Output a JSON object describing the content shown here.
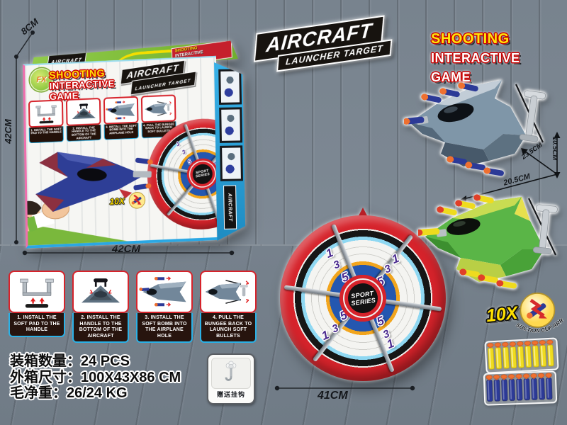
{
  "title_logo": {
    "line1": "AIRCRAFT",
    "line2": "LAUNCHER TARGET"
  },
  "tagline": {
    "line1": "SHOOTING",
    "line2": "INTERACTIVE",
    "line3": "GAME"
  },
  "box": {
    "brand": "FX",
    "badge_count": "10X",
    "dim_depth": "8CM",
    "dim_height": "42CM",
    "dim_width": "42CM"
  },
  "target": {
    "center_line1": "SPORT",
    "center_line2": "SERIES",
    "score_outer": "1",
    "score_middle": "3",
    "score_inner": "5",
    "dim_width": "41CM"
  },
  "jet_dims": {
    "length": "23.5CM",
    "height": "10.5CM",
    "width": "20.5CM"
  },
  "steps": [
    {
      "text": "1. INSTALL THE SOFT PAD TO THE HANDLE"
    },
    {
      "text": "2. INSTALL THE HANDLE TO THE BOTTOM OF THE AIRCRAFT"
    },
    {
      "text": "3. INSTALL THE SOFT BOMB INTO THE AIRPLANE HOLE"
    },
    {
      "text": "4. PULL THE BUNGEE BACK TO LAUNCH SOFT BULLETS"
    }
  ],
  "packing": {
    "qty_label": "装箱数量：",
    "qty_value": "24 PCS",
    "size_label": "外箱尺寸：",
    "size_value": "100X43X86 CM",
    "weight_label": "毛净重：",
    "weight_value": "26/24 KG"
  },
  "hook": {
    "label": "赠送挂钩"
  },
  "arrow_badge": {
    "count": "10X",
    "arc_text": "SUCTION CUP ARROW"
  },
  "colors": {
    "accent_red": "#d6232b",
    "box_green": "#7fbe3a",
    "side_blue": "#2aa7e3",
    "dart_blue": "#2c3a97",
    "dart_yellow": "#efdb1e",
    "tip_orange": "#ef7030",
    "score_purple": "#4b2b8f"
  }
}
